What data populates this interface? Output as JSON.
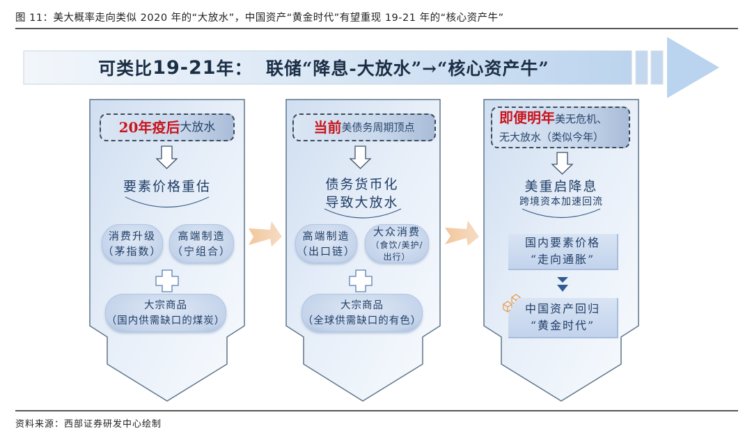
{
  "figure": {
    "caption": "图 11：美大概率走向类似 2020 年的“大放水”，中国资产“黄金时代”有望重现 19-21 年的“核心资产牛”",
    "source": "资料来源：西部证券研发中心绘制"
  },
  "banner": {
    "prefix": "可类比",
    "years": "19-21",
    "suffix": "年：  联储“降息-大放水”→“核心资产牛”"
  },
  "colors": {
    "highlight_red": "#c8141c",
    "text_blue": "#1f3d66",
    "banner_fill": "#c5d9ee",
    "arrow_orange": "#f0c9a0",
    "panel_border": "#5d7489"
  },
  "panels": [
    {
      "head_highlight": "20年疫后",
      "head_rest": "大放水",
      "middle_lines": [
        "要素价格重估"
      ],
      "pills": [
        {
          "line1": "消费升级",
          "line2": "（茅指数）"
        },
        {
          "line1": "高端制造",
          "line2": "（宁组合）"
        }
      ],
      "bottom_pill": {
        "line1": "大宗商品",
        "line2": "（国内供需缺口的煤炭）"
      }
    },
    {
      "head_highlight": "当前",
      "head_rest": "美债务周期顶点",
      "middle_lines": [
        "债务货币化",
        "导致大放水"
      ],
      "pills": [
        {
          "line1": "高端制造",
          "line2": "（出口链）"
        },
        {
          "line1": "大众消费",
          "line2": "（食饮/美护/",
          "line3": "出行）"
        }
      ],
      "bottom_pill": {
        "line1": "大宗商品",
        "line2": "（全球供需缺口的有色）"
      }
    },
    {
      "head_highlight": "即便明年",
      "head_rest_line1": "美无危机、",
      "head_rest_line2": "无大放水（类似今年）",
      "middle_main": "美重启降息",
      "middle_sub": "跨境资本加速回流",
      "box1": {
        "line1": "国内要素价格",
        "line2": "“走向通胀”"
      },
      "box2": {
        "line1": "中国资产回归",
        "line2": "“黄金时代”"
      }
    }
  ]
}
